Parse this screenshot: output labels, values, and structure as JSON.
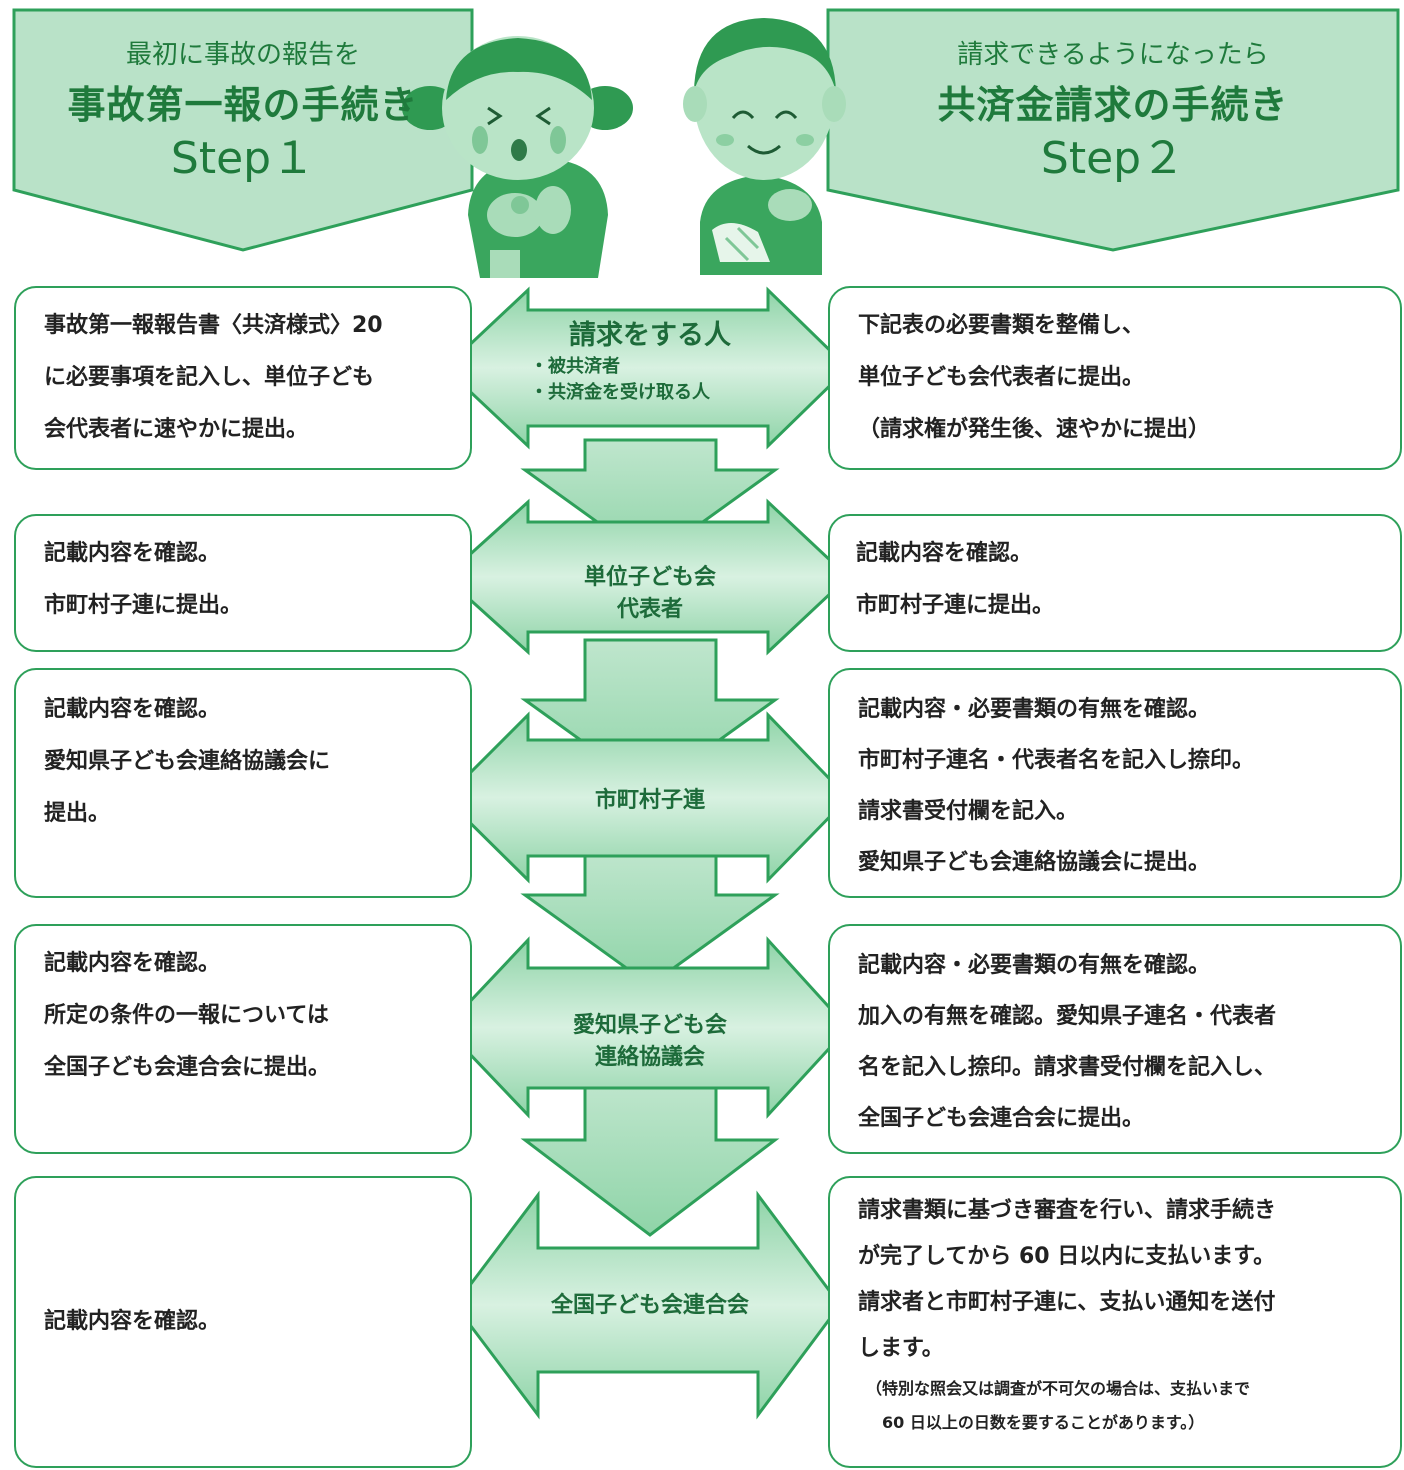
{
  "header": {
    "step1": {
      "sub": "最初に事故の報告を",
      "main": "事故第一報の手続き",
      "step": "Step１"
    },
    "step2": {
      "sub": "請求できるようになったら",
      "main": "共済金請求の手続き",
      "step": "Step２"
    }
  },
  "flow": {
    "nodes": [
      {
        "title": "請求をする人",
        "items": [
          "・被共済者",
          "・共済金を受け取る人"
        ]
      },
      {
        "lines": [
          "単位子ども会",
          "代表者"
        ]
      },
      {
        "lines": [
          "市町村子連"
        ]
      },
      {
        "lines": [
          "愛知県子ども会",
          "連絡協議会"
        ]
      },
      {
        "lines": [
          "全国子ども会連合会"
        ]
      }
    ]
  },
  "left_boxes": [
    [
      "事故第一報報告書〈共済様式〉20",
      "に必要事項を記入し、単位子ども",
      "会代表者に速やかに提出。"
    ],
    [
      "記載内容を確認。",
      "市町村子連に提出。"
    ],
    [
      "記載内容を確認。",
      "愛知県子ども会連絡協議会に",
      "提出。"
    ],
    [
      "記載内容を確認。",
      "所定の条件の一報については",
      "全国子ども会連合会に提出。"
    ],
    [
      "記載内容を確認。"
    ]
  ],
  "right_boxes": [
    [
      "下記表の必要書類を整備し、",
      "単位子ども会代表者に提出。",
      "（請求権が発生後、速やかに提出）"
    ],
    [
      "記載内容を確認。",
      "市町村子連に提出。"
    ],
    [
      "記載内容・必要書類の有無を確認。",
      "市町村子連名・代表者名を記入し捺印。",
      "請求書受付欄を記入。",
      "愛知県子ども会連絡協議会に提出。"
    ],
    [
      "記載内容・必要書類の有無を確認。",
      "加入の有無を確認。愛知県子連名・代表者",
      "名を記入し捺印。請求書受付欄を記入し、",
      "全国子ども会連合会に提出。"
    ],
    [
      "請求書類に基づき審査を行い、請求手続き",
      "が完了してから 60 日以内に支払います。",
      "請求者と市町村子連に、支払い通知を送付",
      "します。"
    ]
  ],
  "right_box5_note": [
    "（特別な照会又は調査が不可欠の場合は、支払いまで",
    "　60 日以上の日数を要することがあります。）"
  ],
  "colors": {
    "green_dark": "#2ea05a",
    "green_light": "#c4e8d2",
    "header_fill": "#b9e2c8",
    "text_green": "#1f7a3c"
  }
}
